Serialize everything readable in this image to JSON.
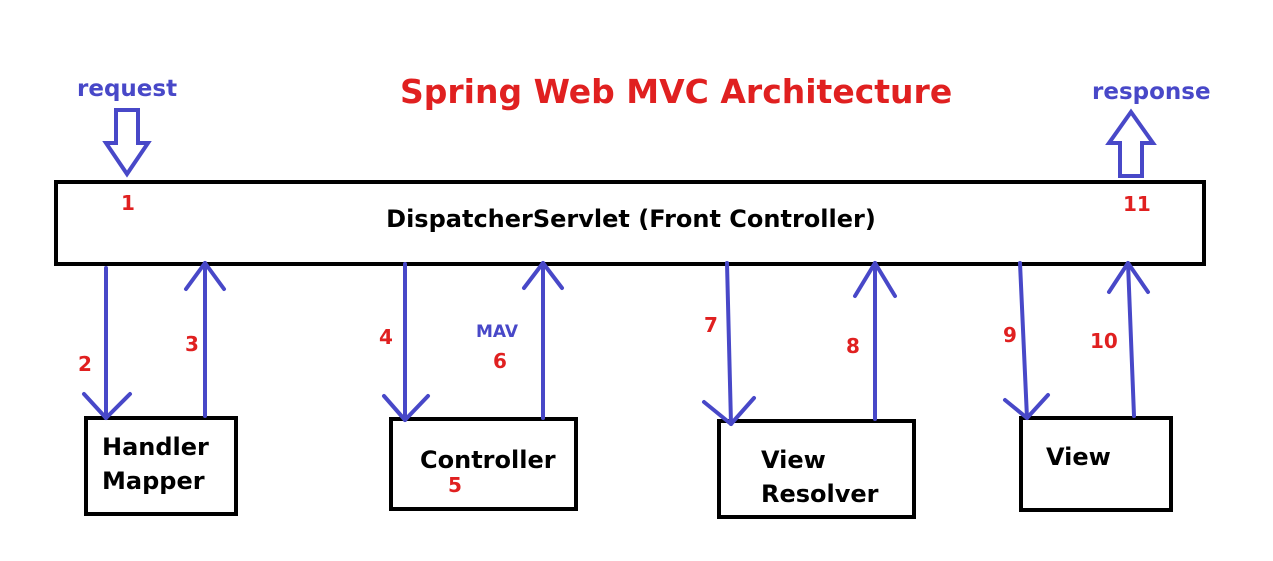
{
  "title": "Spring Web MVC Architecture",
  "request_label": "request",
  "response_label": "response",
  "front_controller": "DispatcherServlet (Front Controller)",
  "components": {
    "handler_mapper": [
      "Handler",
      "Mapper"
    ],
    "controller": "Controller",
    "view_resolver": [
      "View",
      "Resolver"
    ],
    "view": "View"
  },
  "mav_label": "MAV",
  "steps": [
    "1",
    "2",
    "3",
    "4",
    "5",
    "6",
    "7",
    "8",
    "9",
    "10",
    "11"
  ],
  "colors": {
    "title": "#e02020",
    "step_numbers": "#e02020",
    "arrows": "#4848c8",
    "labels": "#4848c8",
    "box_border": "#000000"
  }
}
